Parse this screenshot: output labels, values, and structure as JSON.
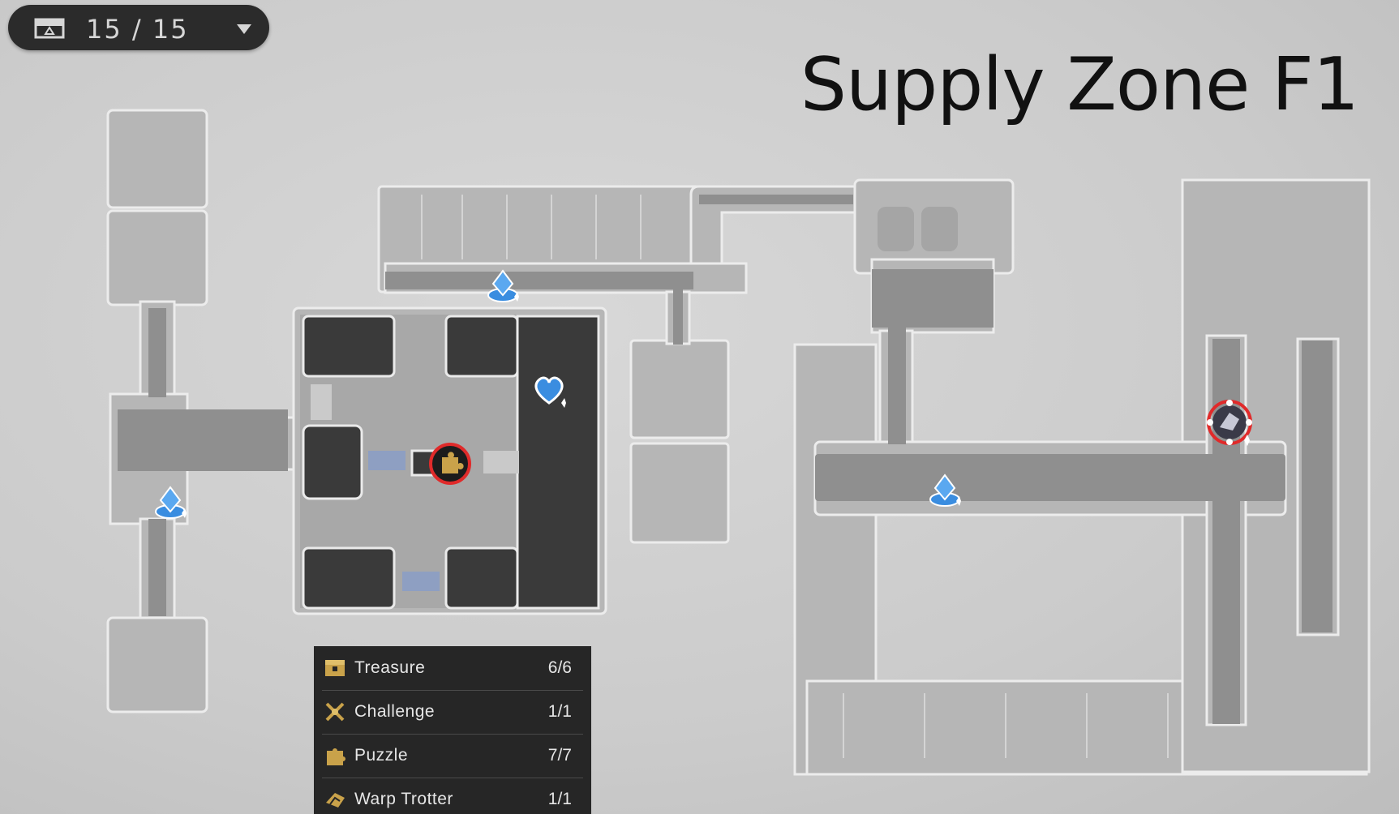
{
  "map_title": "Supply Zone F1",
  "counter": {
    "value": "15 / 15",
    "icon": "treasure-chest-icon"
  },
  "legend": [
    {
      "name": "Treasure",
      "count": "6/6",
      "icon": "treasure-icon"
    },
    {
      "name": "Challenge",
      "count": "1/1",
      "icon": "challenge-icon"
    },
    {
      "name": "Puzzle",
      "count": "7/7",
      "icon": "puzzle-icon"
    },
    {
      "name": "Warp Trotter",
      "count": "1/1",
      "icon": "warp-trotter-icon"
    }
  ],
  "colors": {
    "panel": "#262626",
    "blue_marker": "#3a8de0",
    "red_ring": "#e02a2a",
    "gold": "#c9a24a"
  }
}
